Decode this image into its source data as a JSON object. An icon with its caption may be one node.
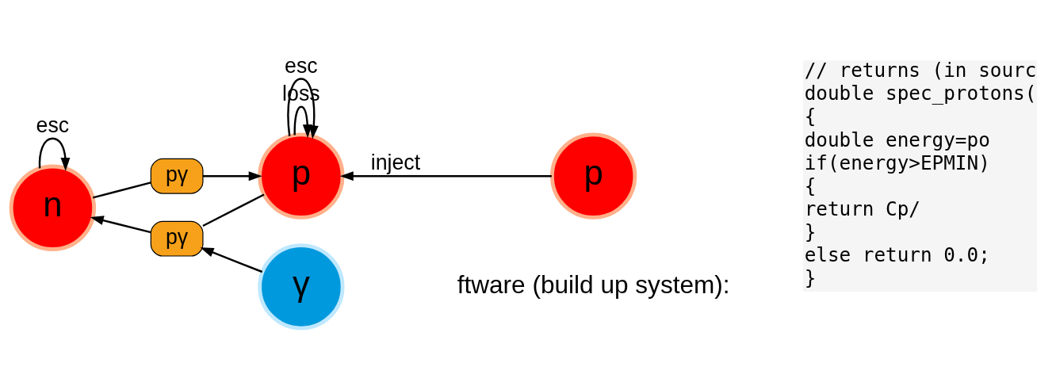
{
  "diagram": {
    "nodes": [
      {
        "text": [
          "pγ"
        ]
      },
      {
        "text": [
          "n"
        ]
      },
      {
        "text": [
          "p"
        ]
      },
      {
        "text": [
          "p"
        ]
      },
      {
        "text": [
          "pγ"
        ]
      },
      {
        "text": [
          "γ"
        ]
      }
    ],
    "edges": [
      {
        "from": 1,
        "to": 0,
        "arrow": "none"
      },
      {
        "from": 0,
        "to": 2,
        "arrow": "to"
      },
      {
        "from": 2,
        "to": 4,
        "arrow": "none"
      },
      {
        "from": 4,
        "to": 1,
        "arrow": "to"
      },
      {
        "from": 5,
        "to": 4,
        "arrow": "to"
      },
      {
        "from": 3,
        "to": 2,
        "arrow": "to",
        "label": "inject"
      },
      {
        "from": 1,
        "to": 1,
        "arrow": "to",
        "label": "esc"
      },
      {
        "from": 2,
        "to": 2,
        "arrow": "to",
        "label": "loss"
      },
      {
        "from": 2,
        "to": 2,
        "arrow": "to",
        "label": "esc"
      }
    ],
    "labels": [
      "// returns (in sourc",
      "double spec_protons(",
      "{",
      "double energy=po",
      "if(energy>EPMIN)",
      "{",
      "return Cp/",
      "}",
      "else return 0.0;",
      "}",
      "ftware (build up system):"
    ]
  }
}
